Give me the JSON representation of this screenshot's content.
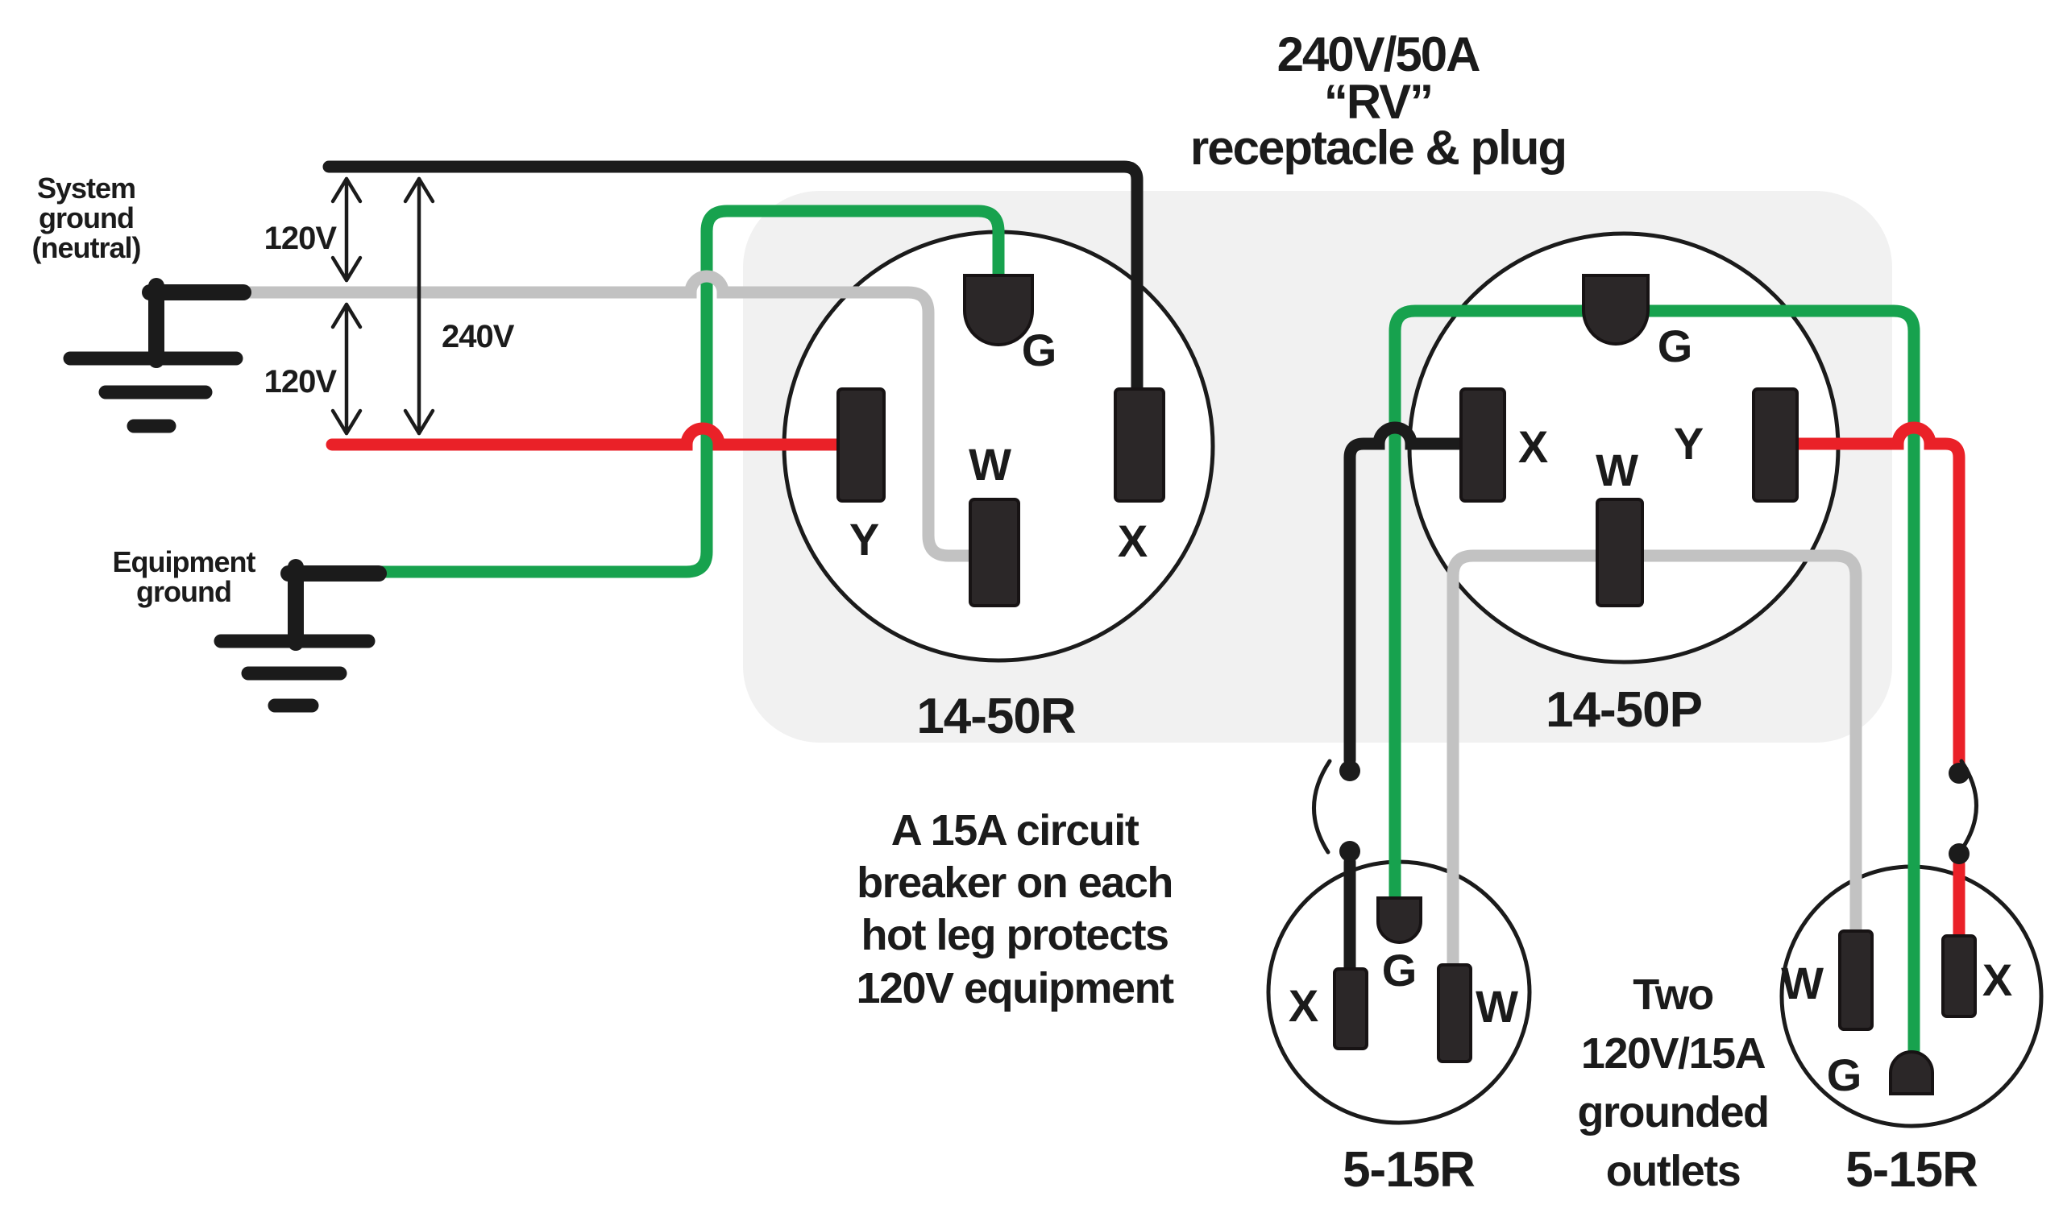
{
  "title": {
    "lines": [
      "240V/50A",
      "“RV”",
      "receptacle & plug"
    ]
  },
  "system_ground": {
    "lines": [
      "System",
      "ground",
      "(neutral)"
    ]
  },
  "equipment_ground": {
    "lines": [
      "Equipment",
      "ground"
    ]
  },
  "voltages": {
    "v120_top": "120V",
    "v120_bottom": "120V",
    "v240": "240V"
  },
  "receptacle": {
    "label": "14-50R",
    "g": "G",
    "w": "W",
    "y": "Y",
    "x": "X"
  },
  "plug": {
    "label": "14-50P",
    "g": "G",
    "w": "W",
    "x": "X",
    "y": "Y"
  },
  "outlet_left": {
    "label": "5-15R",
    "x": "X",
    "g": "G",
    "w": "W"
  },
  "outlet_right": {
    "label": "5-15R",
    "w": "W",
    "x": "X",
    "g": "G"
  },
  "breaker_note": {
    "lines": [
      "A 15A circuit",
      "breaker on each",
      "hot leg protects",
      "120V equipment"
    ]
  },
  "outlets_note": {
    "lines": [
      "Two",
      "120V/15A",
      "grounded",
      "outlets"
    ]
  },
  "colors": {
    "hot_black": "#1B1B1B",
    "neutral_gray": "#C2C2C2",
    "hot_red": "#EA2128",
    "ground_green": "#17A24E",
    "slot_dark": "#2B2728",
    "panel_bg": "#F1F1F1",
    "text": "#1B1B1B",
    "outline": "#1B1B1B"
  }
}
